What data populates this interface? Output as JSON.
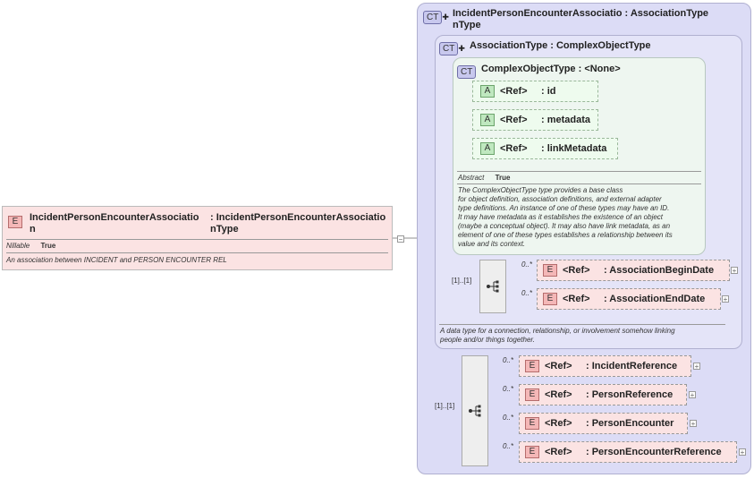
{
  "root": {
    "badge": "E",
    "name_line1": "IncidentPersonEncounterAssociatio",
    "name_line2": "n",
    "type_line1": ": IncidentPersonEncounterAssociatio",
    "type_line2": "nType",
    "nillable_label": "Nillable",
    "nillable_value": "True",
    "description": "An association between INCIDENT and PERSON ENCOUNTER REL"
  },
  "outer_type": {
    "badge": "CT",
    "title_line1": "IncidentPersonEncounterAssociatio : AssociationType",
    "title_line2": "nType"
  },
  "association_type": {
    "badge": "CT",
    "title": "AssociationType : ComplexObjectType",
    "description_lines": [
      "A data type for a connection, relationship, or involvement somehow linking",
      "people and/or things together."
    ],
    "sequence_cardinality": "[1]..[1]",
    "elements": [
      {
        "badge": "E",
        "ref": "<Ref>",
        "name": ": AssociationBeginDate",
        "cardinality": "0..*"
      },
      {
        "badge": "E",
        "ref": "<Ref>",
        "name": ": AssociationEndDate",
        "cardinality": "0..*"
      }
    ]
  },
  "complex_object_type": {
    "badge": "CT",
    "title": "ComplexObjectType : <None>",
    "attributes": [
      {
        "badge": "A",
        "ref": "<Ref>",
        "name": ": id"
      },
      {
        "badge": "A",
        "ref": "<Ref>",
        "name": ": metadata"
      },
      {
        "badge": "A",
        "ref": "<Ref>",
        "name": ": linkMetadata"
      }
    ],
    "abstract_label": "Abstract",
    "abstract_value": "True",
    "description_lines": [
      "The ComplexObjectType type provides a base class",
      "for object definition, association definitions, and external adapter",
      "type definitions. An instance of one of these types may have an ID.",
      "It may have metadata as it establishes the existence of an object",
      "(maybe a conceptual object). It may also have link metadata, as an",
      "element of one of these types establishes a relationship between its",
      "value and its context."
    ]
  },
  "outer_sequence": {
    "cardinality": "[1]..[1]",
    "elements": [
      {
        "badge": "E",
        "ref": "<Ref>",
        "name": ": IncidentReference",
        "cardinality": "0..*"
      },
      {
        "badge": "E",
        "ref": "<Ref>",
        "name": ": PersonReference",
        "cardinality": "0..*"
      },
      {
        "badge": "E",
        "ref": "<Ref>",
        "name": ": PersonEncounter",
        "cardinality": "0..*"
      },
      {
        "badge": "E",
        "ref": "<Ref>",
        "name": ": PersonEncounterReference",
        "cardinality": "0..*"
      }
    ]
  },
  "icons": {
    "plus": "+",
    "minus": "−",
    "sequence": "sequence-icon"
  },
  "colors": {
    "element_fill": "#fbe3e3",
    "attribute_fill": "#eefbee",
    "complex_type_fill": "#dcdcf6",
    "connector": "#8f8f8f"
  }
}
